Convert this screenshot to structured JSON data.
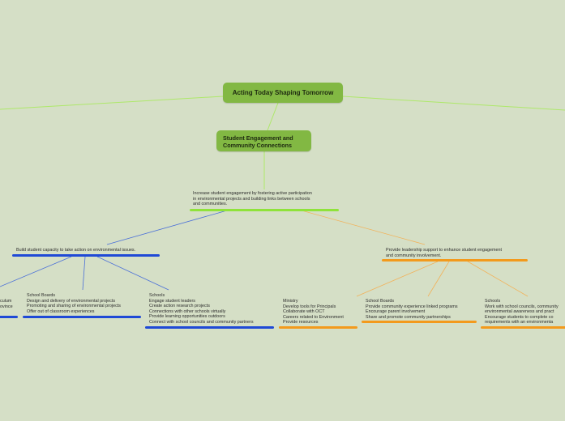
{
  "colors": {
    "background": "#d5dfc6",
    "node_fill": "#82b843",
    "green_branch": "#8fe33a",
    "blue_branch": "#1f49d6",
    "orange_branch": "#f39a1c"
  },
  "root": {
    "title": "Acting Today Shaping Tomorrow"
  },
  "sub": {
    "title_lines": [
      "Student Engagement and",
      "Community Connections"
    ]
  },
  "goal": {
    "lines": [
      "Increase student engagement by fostering active participation",
      "in environmental projects and building links between schools",
      "and communities."
    ]
  },
  "blue_branch": {
    "title": "Build student capacity to take action on environmental issues.",
    "left_partial": {
      "lines": [
        "culum",
        "ovince"
      ]
    },
    "school_boards": {
      "lines": [
        "School Boards",
        "Design and delivery of environmental projects",
        "Promoting and sharing of environmental projects",
        "Offer out of classroom experiences"
      ]
    },
    "schools": {
      "lines": [
        "Schools",
        "Engage student leaders",
        "Create action research projects",
        "Connections with other schools virtually",
        "Provide learning opportunities outdoors",
        "Connect with school councils and community partners"
      ]
    }
  },
  "orange_branch": {
    "title_lines": [
      "Provide leadership support to enhance student engagement",
      "and community involvement."
    ],
    "ministry": {
      "lines": [
        "Ministry",
        "Develop tools for Principals",
        "Collaborate with OCT",
        "Careers related to Environment",
        "Provide resources"
      ]
    },
    "school_boards": {
      "lines": [
        "School Boards",
        "Provide community experience linked programs",
        "Encourage parent involvement",
        "Share and promote community partnerships"
      ]
    },
    "schools": {
      "lines": [
        "Schools",
        "Work with school councils, community",
        "environmental awareness and pract",
        "Encourage students to complete co",
        "requirements with an environmenta"
      ]
    }
  }
}
